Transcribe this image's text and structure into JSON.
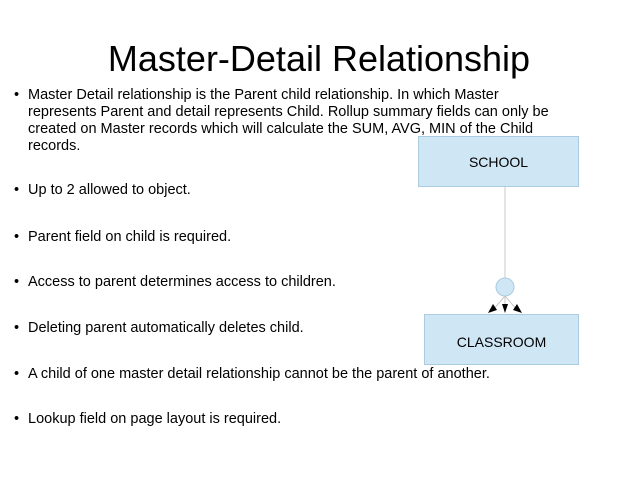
{
  "slide": {
    "title": "Master-Detail Relationship",
    "bullet_symbol": "•",
    "bullets": [
      "Master Detail relationship is the Parent child relationship. In which Master represents Parent and detail represents Child. Rollup summary fields can only be created on Master records which will calculate the SUM, AVG, MIN of the Child records.",
      "Up to 2 allowed to object.",
      "Parent field on child is required.",
      "Access to parent determines access to children.",
      "Deleting parent automatically deletes child.",
      "A child of one master detail relationship cannot be the parent of another.",
      "Lookup field on page layout is required."
    ]
  },
  "diagram": {
    "parent_label": "SCHOOL",
    "child_label": "CLASSROOM",
    "box_fill": "#cfe6f4",
    "box_border": "#aacbe0",
    "connector_color": "#c9c9c9"
  }
}
